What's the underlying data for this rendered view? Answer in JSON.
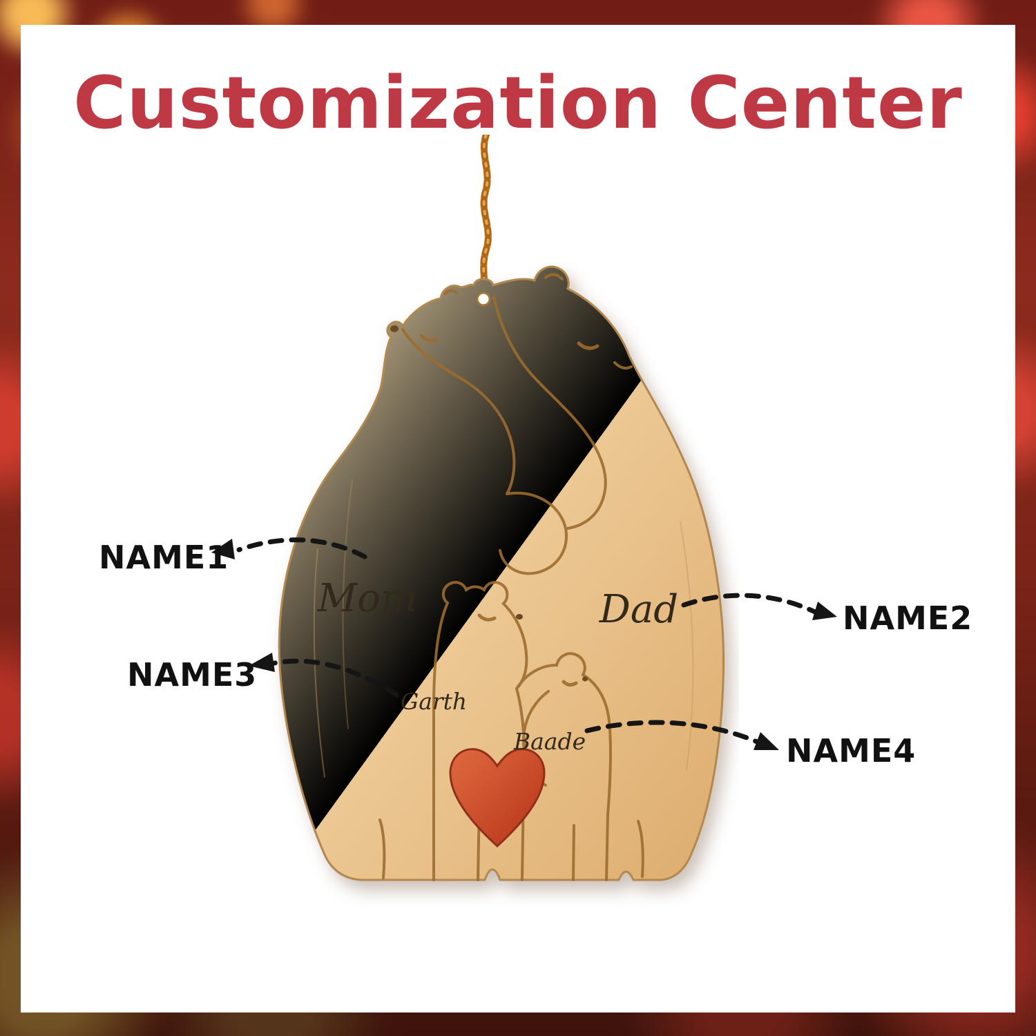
{
  "title": "Customization Center",
  "ornament": {
    "mom": "Mom",
    "dad": "Dad",
    "cub_left": "Garth",
    "cub_right": "Baade"
  },
  "callouts": {
    "name1": "NAME1",
    "name2": "NAME2",
    "name3": "NAME3",
    "name4": "NAME4"
  },
  "colors": {
    "title_red": "#bf3945",
    "wood_light": "#f6e0b2",
    "wood_dark": "#ddac6e",
    "carve_line": "#9c6d2f",
    "heart_red": "#cf4a2c",
    "rope_orange": "#c8791f",
    "callout_text": "#111111",
    "panel_white": "#ffffff"
  }
}
